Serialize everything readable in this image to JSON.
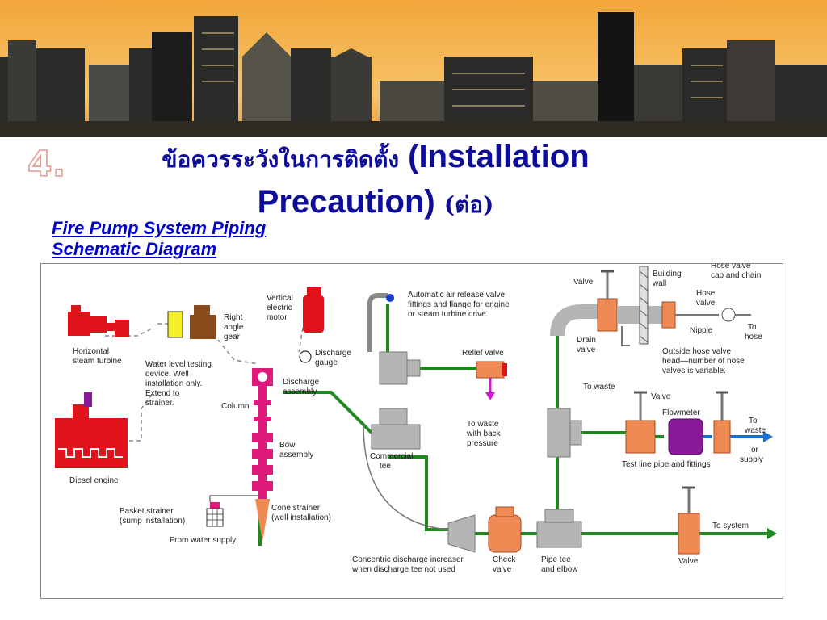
{
  "slide": {
    "number": "4.",
    "title_thai": "ข้อควรระวังในการติดตั้ง",
    "title_en": "(Installation Precaution)",
    "title_suffix": "(ต่อ)"
  },
  "subtitle": [
    "Fire Pump System Piping",
    "Schematic Diagram"
  ],
  "diagram": {
    "labels": {
      "horizontal_turbine": [
        "Horizontal",
        "steam turbine"
      ],
      "diesel_engine": "Diesel engine",
      "water_level": [
        "Water level testing",
        "device. Well",
        "installation only.",
        "Extend to",
        "strainer."
      ],
      "right_angle_gear": [
        "Right",
        "angle",
        "gear"
      ],
      "vertical_motor": [
        "Vertical",
        "electric",
        "motor"
      ],
      "discharge_gauge": [
        "Discharge",
        "gauge"
      ],
      "discharge_assembly": [
        "Discharge",
        "assembly"
      ],
      "column": "Column",
      "bowl_assembly": [
        "Bowl",
        "assembly"
      ],
      "basket_strainer": [
        "Basket strainer",
        "(sump installation)"
      ],
      "cone_strainer": [
        "Cone strainer",
        "(well installation)"
      ],
      "from_water_supply": "From water supply",
      "air_release": [
        "Automatic air release valve",
        "fittings and flange for engine",
        "or steam turbine drive"
      ],
      "relief_valve": "Relief valve",
      "to_waste_pressure": [
        "To waste",
        "with back",
        "pressure"
      ],
      "commercial_tee": [
        "Commercial",
        "tee"
      ],
      "concentric": [
        "Concentric discharge increaser",
        "when discharge tee not used"
      ],
      "check_valve": [
        "Check",
        "valve"
      ],
      "pipe_tee_elbow": [
        "Pipe tee",
        "and elbow"
      ],
      "valve_bottom": "Valve",
      "to_system": "To system",
      "valve_top": "Valve",
      "building_wall": [
        "Building",
        "wall"
      ],
      "hose_valve_cap": [
        "Hose valve",
        "cap and chain"
      ],
      "hose_valve": [
        "Hose",
        "valve"
      ],
      "nipple": "Nipple",
      "to_hose": [
        "To",
        "hose"
      ],
      "drain_valve": [
        "Drain",
        "valve"
      ],
      "to_waste_drain": "To waste",
      "outside_hose": [
        "Outside hose valve",
        "head—number of nose",
        "valves is variable."
      ],
      "valve_test": "Valve",
      "flowmeter": "Flowmeter",
      "to_waste_supply": [
        "To",
        "waste",
        "or",
        "supply"
      ],
      "test_line": "Test line pipe and fittings"
    }
  },
  "colors": {
    "title": "#0d0d99",
    "pipe": "#1e8a1e",
    "pump_red": "#e0121a",
    "pump_pink": "#e0197d",
    "valve_orange": "#f08a55",
    "fitting_gray": "#b5b5b5",
    "flowmeter_purple": "#8a1a9a"
  }
}
